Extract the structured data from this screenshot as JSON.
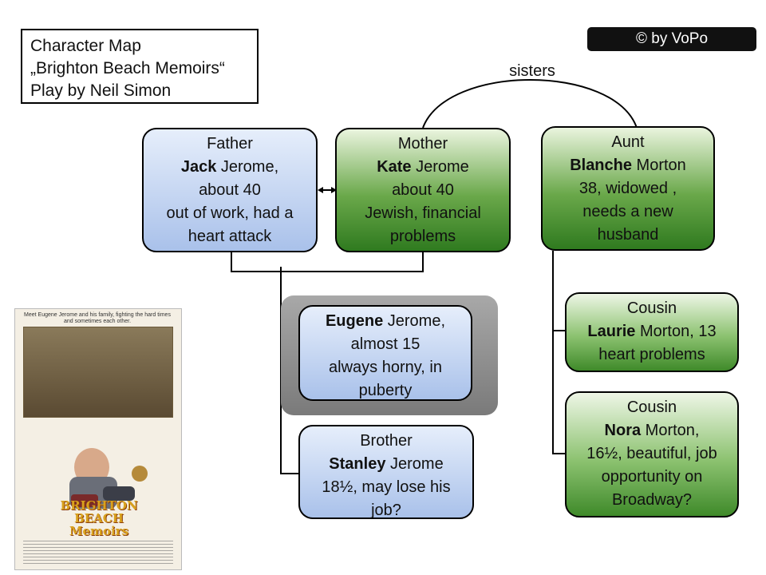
{
  "title": {
    "line1": "Character Map",
    "line2": "„Brighton Beach Memoirs“",
    "line3": "Play by Neil Simon"
  },
  "copyright": "© by VoPo",
  "sisters_label": "sisters",
  "characters": {
    "jack": {
      "role": "Father",
      "name": "Jack",
      "rest": " Jerome,",
      "lines": [
        "about 40",
        "out of work, had a",
        "heart attack"
      ]
    },
    "kate": {
      "role": "Mother",
      "name": "Kate",
      "rest": " Jerome",
      "lines": [
        "about 40",
        "Jewish, financial",
        "problems"
      ]
    },
    "blanche": {
      "role": "Aunt",
      "name": "Blanche",
      "rest": " Morton",
      "lines": [
        "38, widowed ,",
        "needs a new",
        "husband"
      ]
    },
    "eugene": {
      "role": "",
      "name": "Eugene",
      "rest": " Jerome,",
      "lines": [
        "almost 15",
        "always horny, in",
        "puberty"
      ]
    },
    "stanley": {
      "role": "Brother",
      "name": "Stanley",
      "rest": " Jerome",
      "lines": [
        "18½, may lose his",
        "job?"
      ]
    },
    "laurie": {
      "role": "Cousin",
      "name": "Laurie",
      "rest": " Morton, 13",
      "lines": [
        "heart problems"
      ]
    },
    "nora": {
      "role": "Cousin",
      "name": "Nora",
      "rest": " Morton,",
      "lines": [
        "16½, beautiful, job",
        "opportunity on",
        "Broadway?"
      ]
    }
  },
  "poster": {
    "tagline": "Meet Eugene Jerome and his family, fighting the hard times and sometimes each other.",
    "logo_line1": "BRIGHTON BEACH",
    "logo_line2": "Memoirs"
  },
  "colors": {
    "blue_card": "#a9c1ea",
    "green_card": "#2f7a1f",
    "copyright_bg": "#111111"
  }
}
